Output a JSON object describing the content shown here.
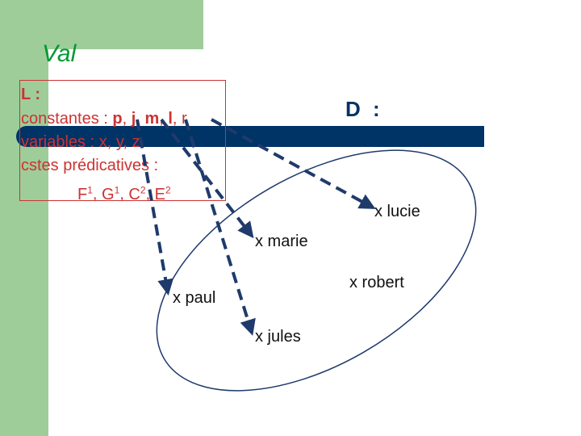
{
  "title": "Val",
  "language": {
    "heading": "L :",
    "constants_label": "constantes :",
    "constants": [
      "p",
      "j",
      "m",
      "l",
      "r"
    ],
    "variables_line": "variables : x, y, z",
    "predicates_label": "cstes prédicatives :",
    "predicates": [
      {
        "name": "F",
        "arity": "1"
      },
      {
        "name": "G",
        "arity": "1"
      },
      {
        "name": "C",
        "arity": "2"
      },
      {
        "name": "E",
        "arity": "2"
      }
    ]
  },
  "domain": {
    "label": "D :",
    "elements": {
      "lucie": "x lucie",
      "marie": "x marie",
      "robert": "x robert",
      "paul": "x paul",
      "jules": "x jules"
    }
  },
  "colors": {
    "green_panel": "#9fcd99",
    "title_green": "#009933",
    "language_red": "#cc3333",
    "navy": "#003366",
    "arrow": "#1f3a6b"
  }
}
